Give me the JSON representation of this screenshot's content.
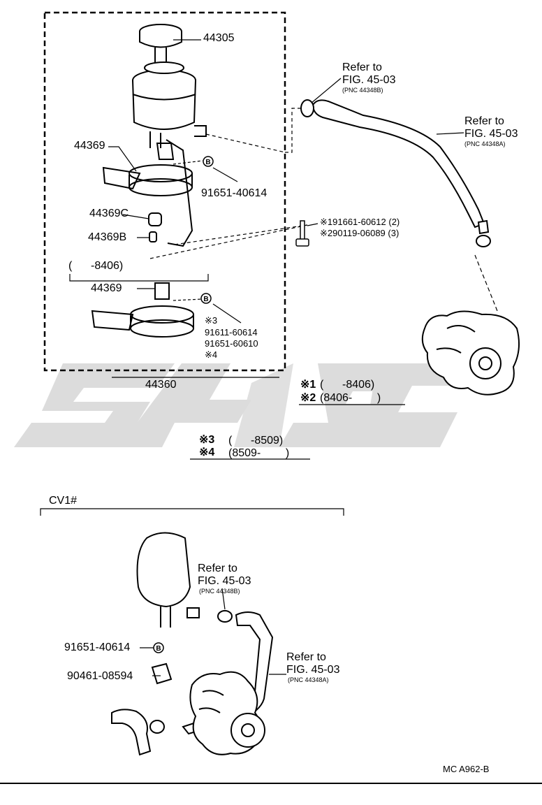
{
  "watermark": "c5L9C",
  "parts": {
    "p44305": "44305",
    "p44369_a": "44369",
    "p91651_40614_a": "91651-40614",
    "p44369c": "44369C",
    "p44369b": "44369B",
    "range_8406": "(      -8406)",
    "p44369_b": "44369",
    "note3_small": "※3",
    "p91611_60614": "91611-60614",
    "p91651_60610": "91651-60610",
    "note4_small": "※4",
    "p44360": "44360",
    "bolt1": "※191661-60612 (2)",
    "bolt2": "※290119-06089 (3)",
    "cv1": "CV1#",
    "p91651_40614_b": "91651-40614",
    "p90461_08594": "90461-08594",
    "footer_code": "MC A962-B"
  },
  "circle_marker": "B",
  "refs": {
    "top_a": {
      "l1": "Refer to",
      "l2": "FIG. 45-03",
      "l3": "(PNC 44348B)"
    },
    "top_b": {
      "l1": "Refer to",
      "l2": "FIG. 45-03",
      "l3": "(PNC 44348A)"
    },
    "bot_a": {
      "l1": "Refer to",
      "l2": "FIG. 45-03",
      "l3": "(PNC 44348B)"
    },
    "bot_b": {
      "l1": "Refer to",
      "l2": "FIG. 45-03",
      "l3": "(PNC 44348A)"
    }
  },
  "notes": {
    "n1_mark": "※1",
    "n1_text": "(      -8406)",
    "n2_mark": "※2",
    "n2_text": "(8406-        )",
    "n3_mark": "※3",
    "n3_text": "(      -8509)",
    "n4_mark": "※4",
    "n4_text": "(8509-        )"
  }
}
